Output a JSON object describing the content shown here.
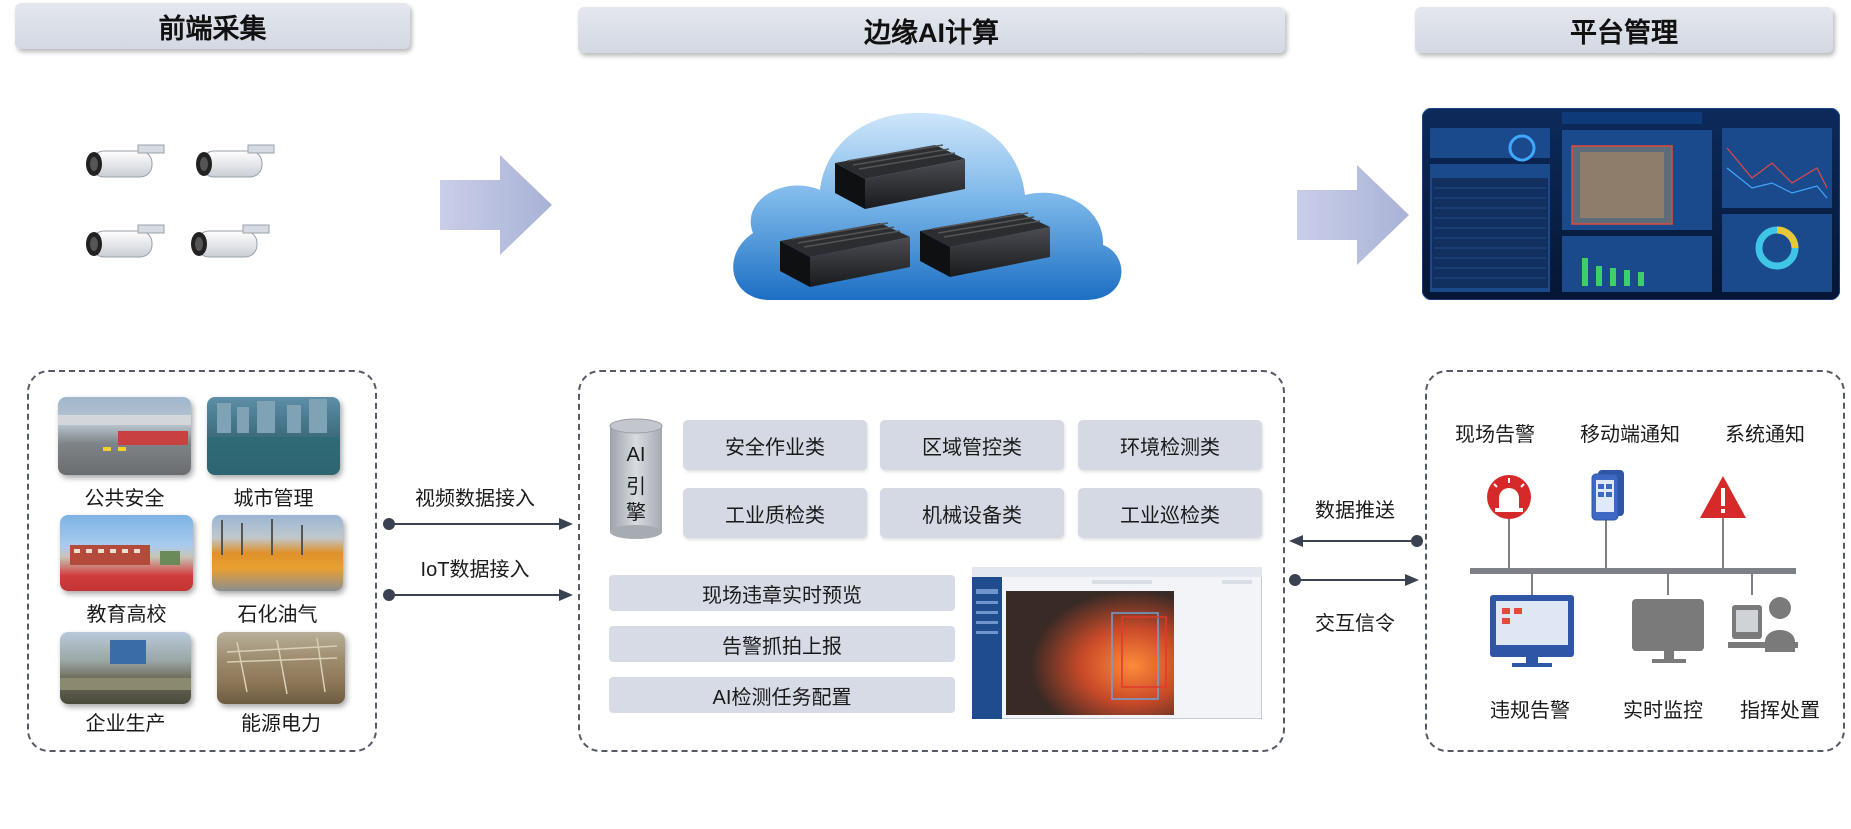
{
  "headers": {
    "front": "前端采集",
    "edge": "边缘AI计算",
    "platform": "平台管理"
  },
  "scenarios": [
    {
      "label": "公共安全"
    },
    {
      "label": "城市管理"
    },
    {
      "label": "教育高校"
    },
    {
      "label": "石化油气"
    },
    {
      "label": "企业生产"
    },
    {
      "label": "能源电力"
    }
  ],
  "connections": {
    "video_in": "视频数据接入",
    "iot_in": "IoT数据接入",
    "push": "数据推送",
    "signal": "交互信令"
  },
  "ai_engine": {
    "line1": "AI",
    "line2": "引",
    "line3": "擎"
  },
  "categories": [
    "安全作业类",
    "区域管控类",
    "环境检测类",
    "工业质检类",
    "机械设备类",
    "工业巡检类"
  ],
  "functions": [
    "现场违章实时预览",
    "告警抓拍上报",
    "AI检测任务配置"
  ],
  "notifications": [
    {
      "label": "现场告警",
      "icon": "alarm-siren-icon"
    },
    {
      "label": "移动端通知",
      "icon": "mobile-phone-icon"
    },
    {
      "label": "系统通知",
      "icon": "warning-triangle-icon"
    }
  ],
  "terminals": [
    {
      "label": "违规告警",
      "icon": "monitor-icon"
    },
    {
      "label": "实时监控",
      "icon": "display-icon"
    },
    {
      "label": "指挥处置",
      "icon": "operator-icon"
    }
  ],
  "colors": {
    "header_bg": "#d8dce5",
    "arrow": "#b9c0dc",
    "cloud_top": "#d9ecfb",
    "cloud_bottom": "#1f77c9",
    "connector": "#3a4150",
    "alarm_red": "#d62a2a",
    "device_blue": "#2e55a6"
  }
}
